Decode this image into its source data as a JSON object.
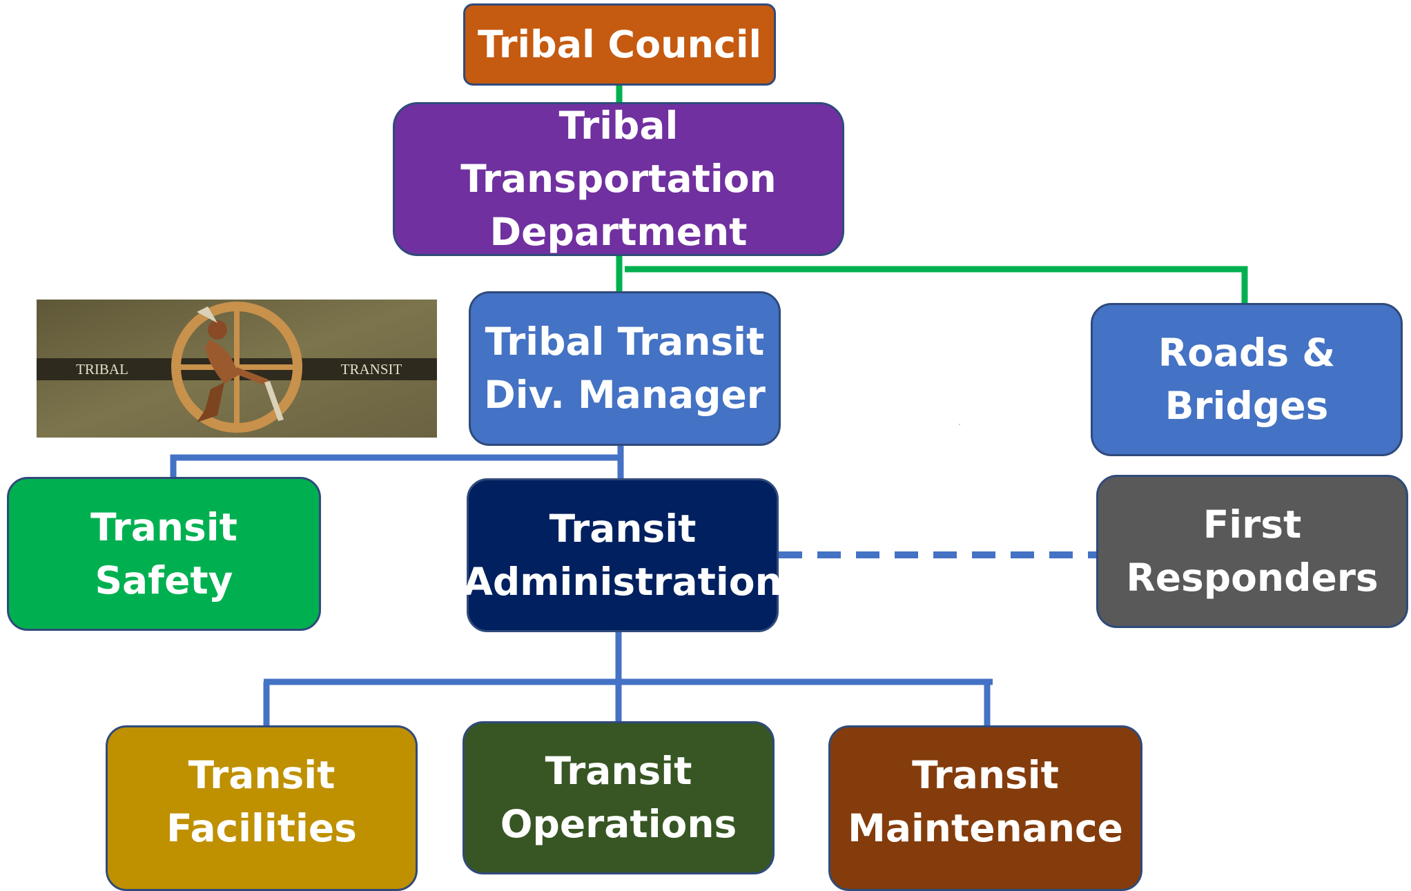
{
  "diagram": {
    "nodes": [
      {
        "id": "tribal-council",
        "lines": [
          "Tribal Council"
        ],
        "fill": "#C55A11"
      },
      {
        "id": "ttd",
        "lines": [
          "Tribal Transportation",
          "Department"
        ],
        "fill": "#7030A0"
      },
      {
        "id": "manager",
        "lines": [
          "Tribal Transit",
          "Div. Manager"
        ],
        "fill": "#4472C4"
      },
      {
        "id": "roads",
        "lines": [
          "Roads &",
          "Bridges"
        ],
        "fill": "#4472C4"
      },
      {
        "id": "safety",
        "lines": [
          "Transit Safety"
        ],
        "fill": "#00B050"
      },
      {
        "id": "admin",
        "lines": [
          "Transit",
          "Administration"
        ],
        "fill": "#002060"
      },
      {
        "id": "responders",
        "lines": [
          "First",
          "Responders"
        ],
        "fill": "#595959"
      },
      {
        "id": "facilities",
        "lines": [
          "Transit",
          "Facilities"
        ],
        "fill": "#BF9000"
      },
      {
        "id": "operations",
        "lines": [
          "Transit",
          "Operations"
        ],
        "fill": "#375623"
      },
      {
        "id": "maintenance",
        "lines": [
          "Transit",
          "Maintenance"
        ],
        "fill": "#843C0C"
      }
    ],
    "connectors": [
      {
        "from": "tribal-council",
        "to": "ttd",
        "color": "#00B050",
        "style": "solid"
      },
      {
        "from": "ttd",
        "to": "manager",
        "color": "#00B050",
        "style": "solid"
      },
      {
        "from": "ttd",
        "to": "roads",
        "color": "#00B050",
        "style": "solid"
      },
      {
        "from": "manager",
        "to": "safety",
        "color": "#4472C4",
        "style": "solid"
      },
      {
        "from": "manager",
        "to": "admin",
        "color": "#4472C4",
        "style": "solid"
      },
      {
        "from": "admin",
        "to": "responders",
        "color": "#4472C4",
        "style": "dashed"
      },
      {
        "from": "admin",
        "to": "facilities",
        "color": "#4472C4",
        "style": "solid"
      },
      {
        "from": "admin",
        "to": "operations",
        "color": "#4472C4",
        "style": "solid"
      },
      {
        "from": "admin",
        "to": "maintenance",
        "color": "#4472C4",
        "style": "solid"
      }
    ]
  },
  "logo": {
    "left_text": "TRIBAL",
    "right_text": "TRANSIT",
    "background": "#756D45",
    "band": "#2E2A1E",
    "ring": "#C8914C"
  }
}
